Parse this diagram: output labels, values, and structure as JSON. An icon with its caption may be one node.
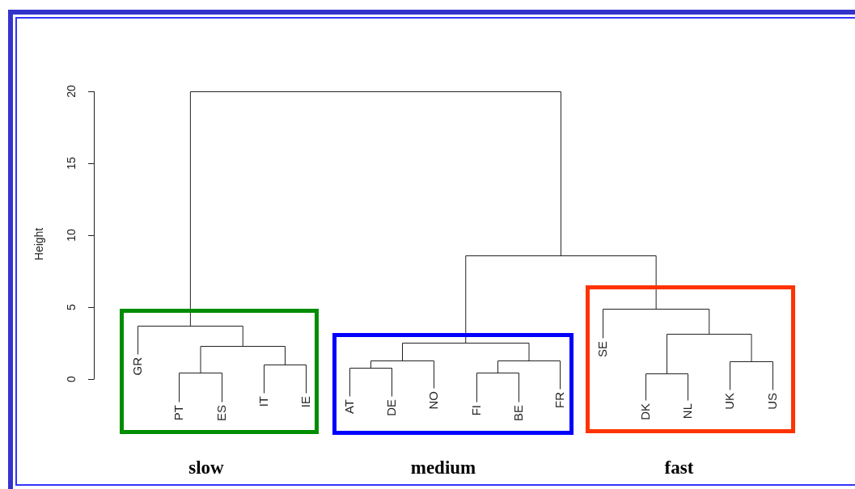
{
  "diagram": {
    "nodes": [
      {
        "text": [
          "slow"
        ]
      },
      {
        "text": [
          "GR"
        ],
        "in": 0
      },
      {
        "text": [
          "PT"
        ],
        "in": 0
      },
      {
        "text": [
          "ES"
        ],
        "in": 0
      },
      {
        "text": [
          "IT"
        ],
        "in": 0
      },
      {
        "text": [
          "IE"
        ],
        "in": 0
      },
      {
        "text": [
          "medium"
        ]
      },
      {
        "text": [
          "AT"
        ],
        "in": 6
      },
      {
        "text": [
          "DE"
        ],
        "in": 6
      },
      {
        "text": [
          "NO"
        ],
        "in": 6
      },
      {
        "text": [
          "FI"
        ],
        "in": 6
      },
      {
        "text": [
          "BE"
        ],
        "in": 6
      },
      {
        "text": [
          "FR"
        ],
        "in": 6
      },
      {
        "text": [
          "fast"
        ]
      },
      {
        "text": [
          "SE"
        ],
        "in": 13
      },
      {
        "text": [
          "DK"
        ],
        "in": 13
      },
      {
        "text": [
          "NL"
        ],
        "in": 13
      },
      {
        "text": [
          "UK"
        ],
        "in": 13
      },
      {
        "text": [
          "US"
        ],
        "in": 13
      }
    ],
    "labels": [
      "20",
      "15",
      "10",
      "Height",
      "5",
      "0"
    ]
  }
}
